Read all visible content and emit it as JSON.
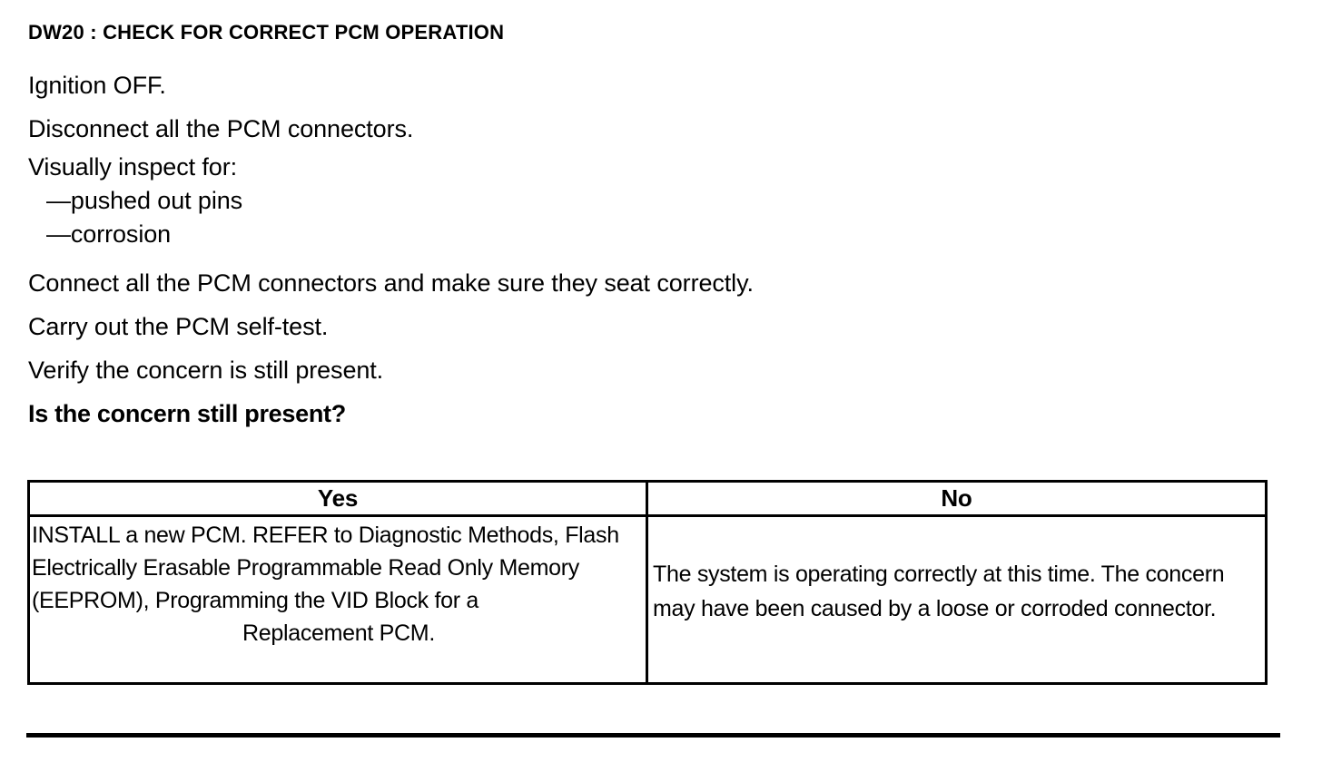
{
  "heading": "DW20 : CHECK FOR CORRECT PCM OPERATION",
  "steps": [
    "Ignition OFF.",
    "Disconnect all the PCM connectors.",
    "Visually inspect for:",
    "—pushed out pins",
    "—corrosion",
    "Connect all the PCM connectors and make sure they seat correctly.",
    "Carry out the PCM self-test.",
    "Verify the concern is still present.",
    "Is the concern still present?"
  ],
  "step_lines": {
    "ignition_off": "Ignition OFF.",
    "disconnect": "Disconnect all the PCM connectors.",
    "visually_inspect": "Visually inspect for:",
    "bullet_pushed_out_pins": "—pushed out pins",
    "bullet_corrosion": "—corrosion",
    "connect": "Connect all the PCM connectors and make sure they seat correctly.",
    "self_test": "Carry out the PCM self-test.",
    "verify": "Verify the concern is still present.",
    "question": "Is the concern still present?"
  },
  "decision_table": {
    "headers": [
      "Yes",
      "No"
    ],
    "header_yes": "Yes",
    "header_no": "No",
    "yes_action": {
      "main": "INSTALL a new PCM. REFER to Diagnostic Methods, Flash Electrically Erasable Programmable Read Only Memory (EEPROM), Programming the VID Block for a",
      "last_line": "Replacement PCM.",
      "full": "INSTALL a new PCM. REFER to Diagnostic Methods, Flash Electrically Erasable Programmable Read Only Memory (EEPROM), Programming the VID Block for a Replacement PCM."
    },
    "no_action": {
      "full": "The system is operating correctly at this time. The concern may have been caused by a loose or corroded connector."
    }
  },
  "colors": {
    "text": "#000000",
    "background": "#ffffff",
    "border": "#000000"
  }
}
